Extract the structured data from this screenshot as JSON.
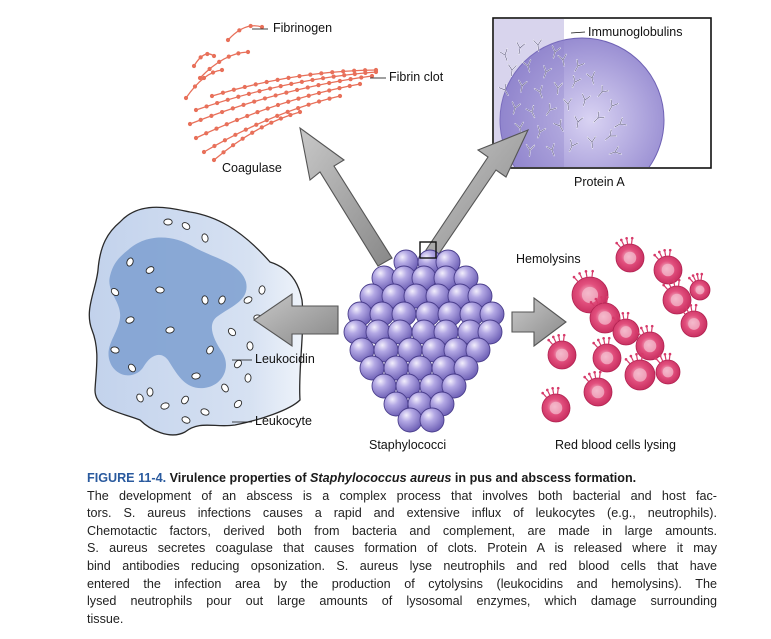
{
  "labels": {
    "fibrinogen": "Fibrinogen",
    "fibrin_clot": "Fibrin clot",
    "coagulase": "Coagulase",
    "immunoglobulins": "Immunoglobulins",
    "protein_a": "Protein A",
    "hemolysins": "Hemolysins",
    "leukocidin": "Leukocidin",
    "leukocyte": "Leukocyte",
    "staphylococci": "Staphylococci",
    "rbc_lysing": "Red blood cells lysing"
  },
  "caption": {
    "figure_number": "FIGURE 11-4.",
    "title_pre": " Virulence properties of ",
    "title_italic": "Staphylococcus aureus",
    "title_post": " in pus and abscess formation.",
    "lines": [
      "The development of an abscess is a complex process that involves both bacterial and host fac-",
      "tors. S. aureus infections causes a rapid and extensive influx of leukocytes (e.g., neutrophils).",
      "Chemotactic factors, derived both from bacteria and complement, are made in large amounts.",
      "S. aureus secretes coagulase that causes formation of clots. Protein A is released where it may",
      "bind antibodies reducing opsonization. S. aureus lyse neutrophils and red blood cells that have",
      "entered the infection area by the production of cytolysins (leukocidins and hemolysins). The",
      "lysed neutrophils pour out large amounts of lysosomal enzymes, which damage surrounding",
      "tissue."
    ]
  },
  "colors": {
    "fibrin": "#e8705a",
    "coccus": "#8a7cc9",
    "protein_a": "#9b8fd0",
    "leukocyte_body": "#c6d4ea",
    "leukocyte_nucleus": "#7d9fd0",
    "rbc": "#d63a6a",
    "arrow": "#9a9a9a",
    "figure_number": "#2a5a9e"
  }
}
